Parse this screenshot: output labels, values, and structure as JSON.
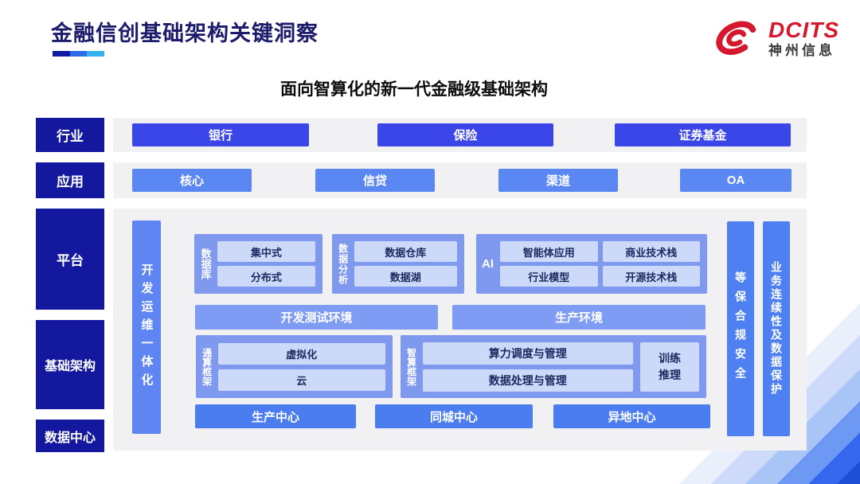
{
  "slide": {
    "title": "金融信创基础架构关键洞察",
    "subtitle": "面向智算化的新一代金融级基础架构",
    "logo": {
      "brand": "DCITS",
      "company": "神州信息"
    }
  },
  "layers": {
    "industry": "行业",
    "application": "应用",
    "platform": "平台",
    "infrastructure": "基础架构",
    "datacenter": "数据中心"
  },
  "industry_row": [
    "银行",
    "保险",
    "证券基金"
  ],
  "application_row": [
    "核心",
    "信贷",
    "渠道",
    "OA"
  ],
  "platform_row": {
    "devops_bar": "开发运维一体化",
    "database": {
      "label": "数据库",
      "items": [
        "集中式",
        "分布式"
      ]
    },
    "data_analysis": {
      "label": "数据分析",
      "items": [
        "数据仓库",
        "数据湖"
      ]
    },
    "ai": {
      "label": "AI",
      "items": [
        "智能体应用",
        "商业技术栈",
        "行业模型",
        "开源技术栈"
      ]
    },
    "environments": [
      "开发测试环境",
      "生产环境"
    ]
  },
  "infrastructure_row": {
    "general_compute": {
      "label": "通算框架",
      "items": [
        "虚拟化",
        "云"
      ]
    },
    "intelligent_compute": {
      "label": "智算框架",
      "items": [
        "算力调度与管理",
        "数据处理与管理"
      ],
      "side_box": "训练推理"
    }
  },
  "datacenter_row": [
    "生产中心",
    "同城中心",
    "异地中心"
  ],
  "assurance_bars": [
    "等保合规安全",
    "业务连续性及数据保护"
  ],
  "colors": {
    "title_navy": "#1d1b6b",
    "underline": [
      "#111aa2",
      "#2b6ce8",
      "#36b0ee"
    ],
    "logo_red": "#d5182e",
    "sidebar_navy": "#13189e",
    "row1_blue": "#3b46e9",
    "row2_blue": "#5b87f2",
    "datacenter_blue": "#4b7df1",
    "env_bar_blue": "#7e9cf3",
    "vertical_bar_blue": "#5e85f1",
    "group_blue": "#7e99ee",
    "inner_box_blue": "#cdd9f8",
    "inner_text_navy": "#1c2a62",
    "panel_gray": "#f1f1f4"
  }
}
